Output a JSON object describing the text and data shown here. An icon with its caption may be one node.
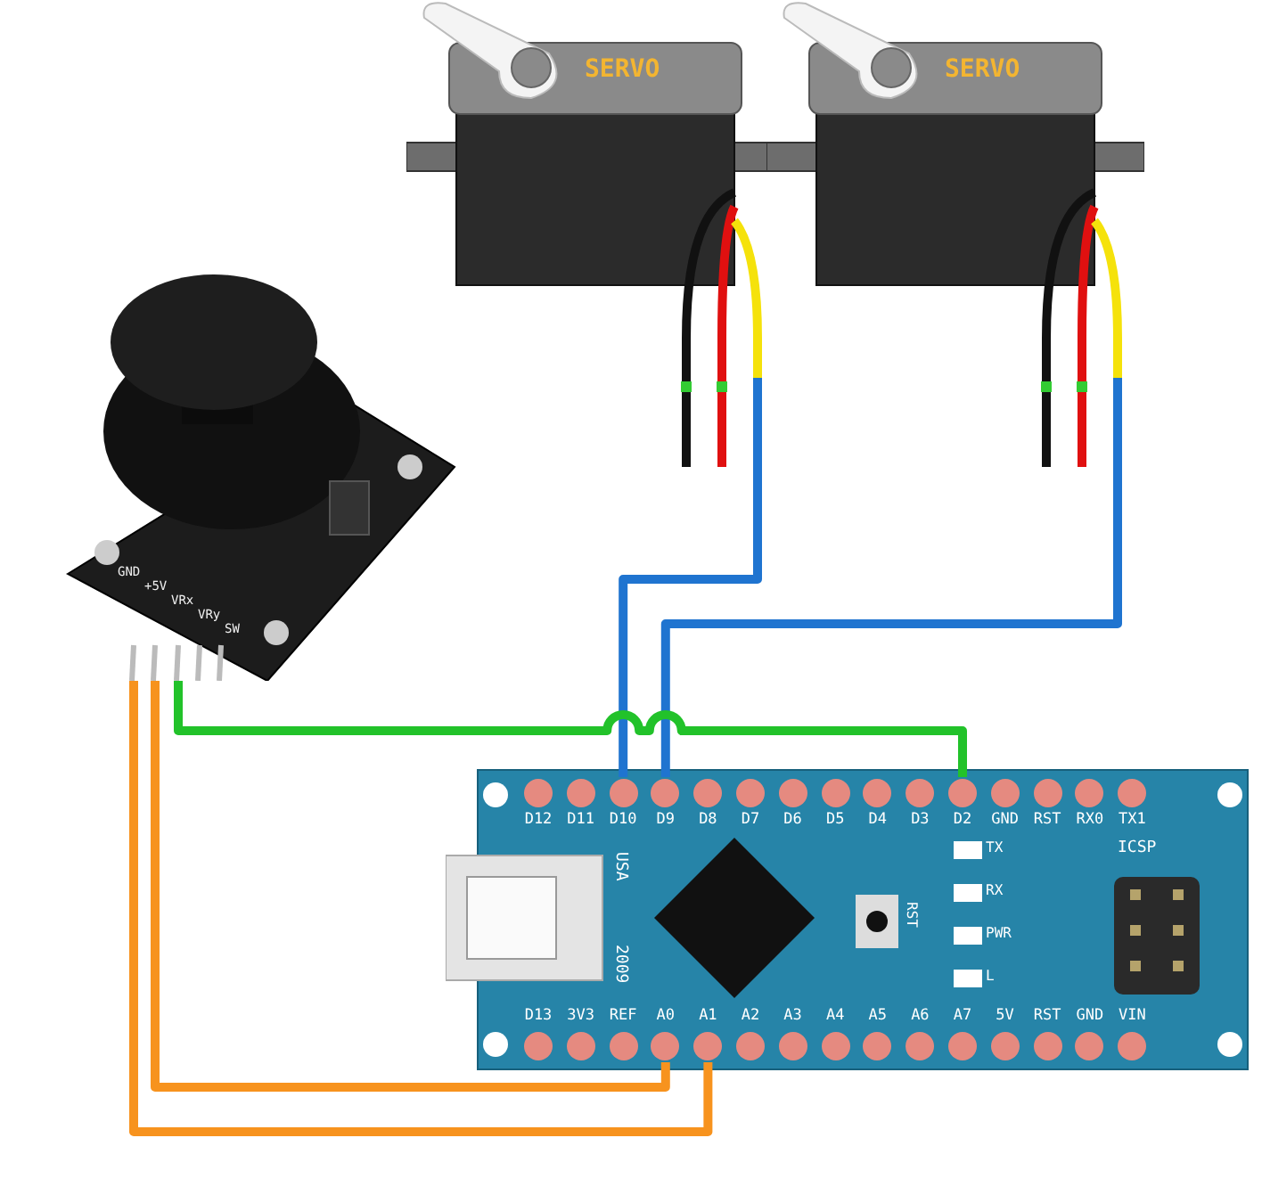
{
  "diagram": {
    "nodes": [
      {
        "text": [
          "SERVO"
        ]
      },
      {
        "text": [
          "SERVO"
        ]
      },
      {
        "text": [],
        "shape": "picture"
      },
      {
        "text": [],
        "shape": "picture"
      },
      {
        "text": [
          "D12"
        ],
        "in": 3
      },
      {
        "text": [
          "D11"
        ],
        "in": 3
      },
      {
        "text": [
          "D10"
        ],
        "in": 3
      },
      {
        "text": [
          "D9"
        ],
        "in": 3
      },
      {
        "text": [
          "D8"
        ],
        "in": 3
      },
      {
        "text": [
          "D7"
        ],
        "in": 3
      },
      {
        "text": [
          "D6"
        ],
        "in": 3
      },
      {
        "text": [
          "D5"
        ],
        "in": 3
      },
      {
        "text": [
          "D4"
        ],
        "in": 3
      },
      {
        "text": [
          "D3"
        ],
        "in": 3
      },
      {
        "text": [
          "D2"
        ],
        "in": 3
      },
      {
        "text": [
          "GND"
        ],
        "in": 3
      },
      {
        "text": [
          "RST"
        ],
        "in": 3
      },
      {
        "text": [
          "RX0"
        ],
        "in": 3
      },
      {
        "text": [
          "TX1"
        ],
        "in": 3
      },
      {
        "text": [
          "D13"
        ],
        "in": 3
      },
      {
        "text": [
          "3V3"
        ],
        "in": 3
      },
      {
        "text": [
          "REF"
        ],
        "in": 3
      },
      {
        "text": [
          "A0"
        ],
        "in": 3
      },
      {
        "text": [
          "A1"
        ],
        "in": 3
      },
      {
        "text": [
          "A2"
        ],
        "in": 3
      },
      {
        "text": [
          "A3"
        ],
        "in": 3
      },
      {
        "text": [
          "A4"
        ],
        "in": 3
      },
      {
        "text": [
          "A5"
        ],
        "in": 3
      },
      {
        "text": [
          "A6"
        ],
        "in": 3
      },
      {
        "text": [
          "A7"
        ],
        "in": 3
      },
      {
        "text": [
          "5V"
        ],
        "in": 3
      },
      {
        "text": [
          "RST"
        ],
        "in": 3
      },
      {
        "text": [
          "GND"
        ],
        "in": 3
      },
      {
        "text": [
          "VIN"
        ],
        "in": 3
      }
    ],
    "edges": [
      {
        "from": 0,
        "to": 6,
        "arrow": "none",
        "color": "#1f74d0"
      },
      {
        "from": 1,
        "to": 7,
        "arrow": "none",
        "color": "#1f74d0"
      },
      {
        "from": 2,
        "to": 14,
        "arrow": "none",
        "color": "#22c22a"
      },
      {
        "from": 2,
        "to": 22,
        "arrow": "none",
        "color": "#f7931e"
      },
      {
        "from": 2,
        "to": 23,
        "arrow": "none",
        "color": "#f7931e"
      }
    ],
    "labels": [
      "GND",
      "+5V",
      "VRx",
      "VRy",
      "SW",
      "USA",
      "TX",
      "ICSP",
      "RX",
      "RST",
      "PWR",
      "2009",
      "L"
    ]
  }
}
